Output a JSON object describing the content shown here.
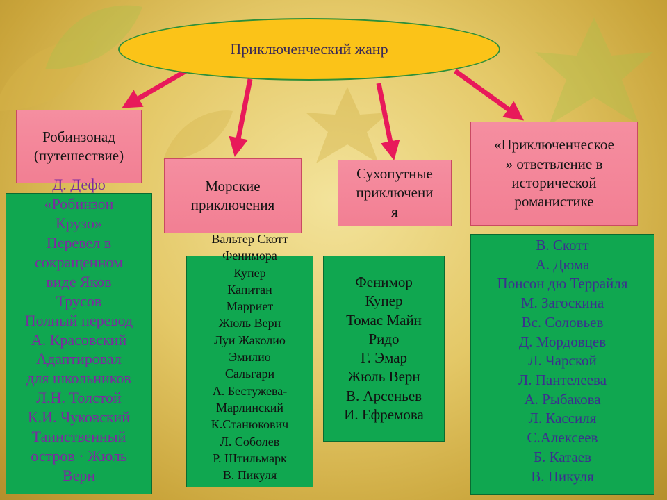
{
  "root": {
    "label": "Приключенческий жанр"
  },
  "categories": [
    {
      "id": "robinsonade",
      "label_lines": [
        "Робинзонад",
        "(путешествие)"
      ]
    },
    {
      "id": "sea",
      "label_lines": [
        "Морские",
        "приключения"
      ]
    },
    {
      "id": "land",
      "label_lines": [
        "Сухопутные",
        "приключени",
        "я"
      ]
    },
    {
      "id": "historical",
      "label_lines": [
        "«Приключенческое",
        "» ответвление в",
        "исторической",
        "романистике"
      ]
    }
  ],
  "lists": {
    "robinsonade": [
      "Д. Дефо",
      "«Робинзон",
      "Крузо»",
      "Перевел в",
      "сокращенном",
      "виде Яков",
      "Трусов",
      "Полный перевод",
      "А. Красовский",
      "Адаптировал",
      "для школьников",
      "Л.Н. Толстой",
      "К.И. Чуковский",
      "Таинственный",
      "остров · Жюль",
      "Верн"
    ],
    "sea": [
      "Вальтер Скотт",
      "Фенимора",
      "Купер",
      "Капитан",
      "Марриет",
      "Жюль Верн",
      "Луи Жаколио",
      "Эмилио",
      "Сальгари",
      "А. Бестужева-",
      "Марлинский",
      "К.Станюкович",
      "Л. Соболев",
      "Р. Штильмарк",
      "В. Пикуля"
    ],
    "land": [
      "Фенимор",
      "Купер",
      "Томас Майн",
      "Ридо",
      "Г. Эмар",
      "Жюль Верн",
      "В. Арсеньев",
      "И. Ефремова"
    ],
    "historical": [
      "В. Скотт",
      "А. Дюма",
      "Понсон дю Террайля",
      "М. Загоскина",
      "Вс. Соловьев",
      "Д. Мордовцев",
      "Л. Чарской",
      "Л. Пантелеева",
      "А. Рыбакова",
      "Л. Кассиля",
      "С.Алексеев",
      "Б. Катаев",
      "В. Пикуля"
    ]
  },
  "colors": {
    "oval_fill": "#fbc318",
    "oval_border": "#2c8f3a",
    "category_fill": "#f27f93",
    "list_fill": "#10a750",
    "arrow": "#e8195a",
    "robinsonade_text": "#7c2aa0",
    "historical_text": "#3c2f8e"
  }
}
